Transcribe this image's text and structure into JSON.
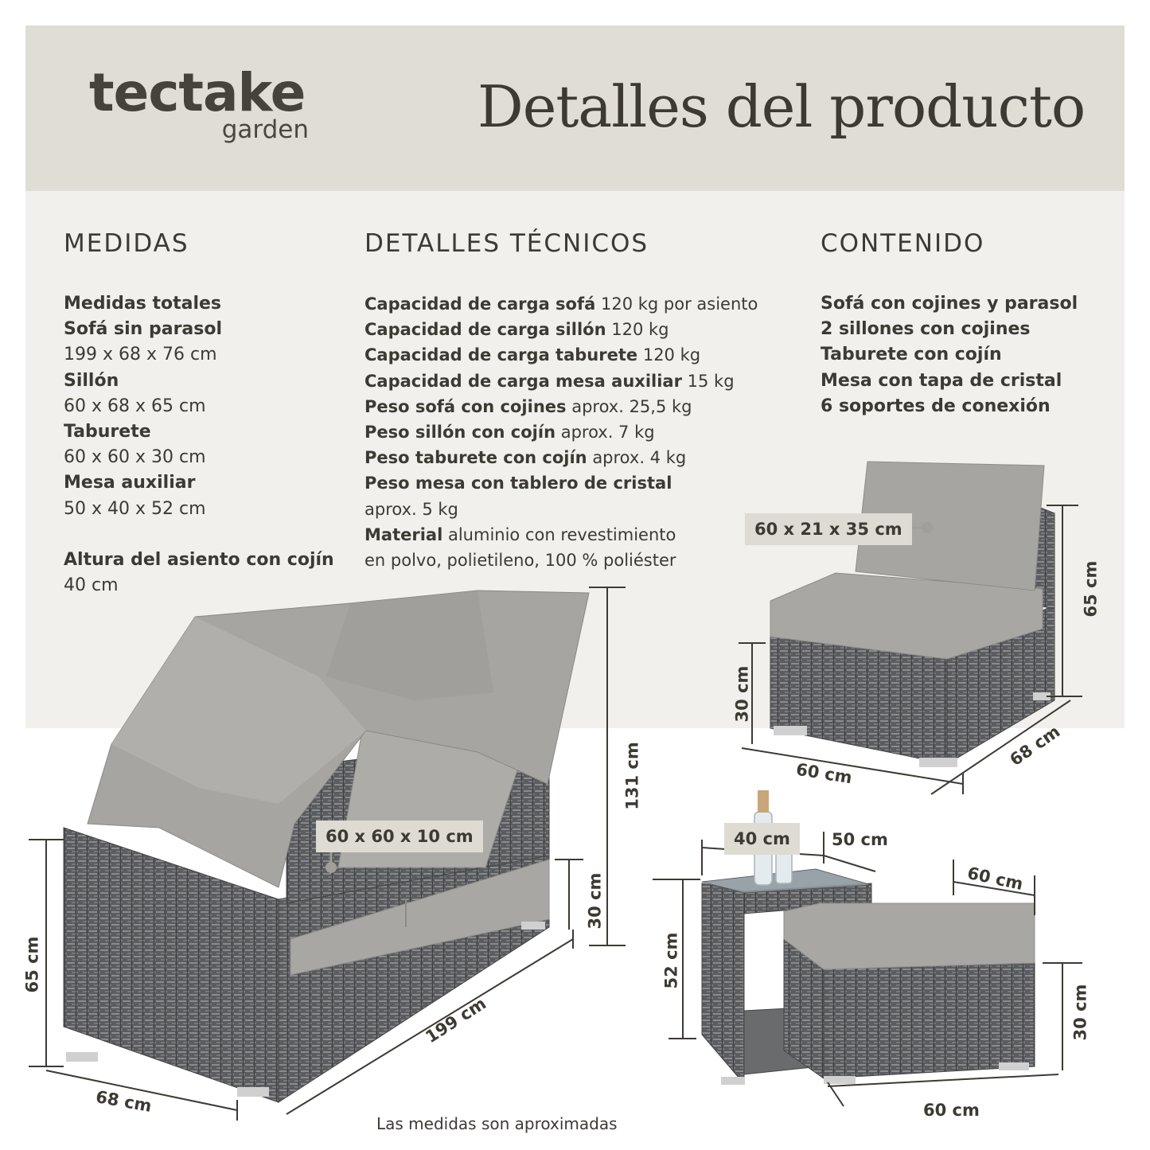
{
  "brand": {
    "name": "tectake",
    "sub": "garden"
  },
  "page_title": "Detalles del producto",
  "medidas": {
    "heading": "MEDIDAS",
    "total_label": "Medidas totales",
    "sofa_label": "Sofá sin parasol",
    "sofa_value": "199 x 68 x 76 cm",
    "sillon_label": "Sillón",
    "sillon_value": "60 x 68 x 65 cm",
    "taburete_label": "Taburete",
    "taburete_value": "60 x 60 x 30 cm",
    "mesa_label": "Mesa auxiliar",
    "mesa_value": "50 x 40 x 52 cm",
    "altura_label": "Altura del asiento con cojín",
    "altura_value": "40 cm"
  },
  "tecnicos": {
    "heading": "DETALLES TÉCNICOS",
    "rows": [
      {
        "label": "Capacidad de carga sofá",
        "value": "120 kg por asiento"
      },
      {
        "label": "Capacidad de carga sillón",
        "value": "120 kg"
      },
      {
        "label": "Capacidad de carga taburete",
        "value": "120 kg"
      },
      {
        "label": "Capacidad de carga mesa auxiliar",
        "value": "15 kg"
      },
      {
        "label": "Peso sofá con cojines",
        "value": "aprox. 25,5 kg"
      },
      {
        "label": "Peso sillón con cojín",
        "value": "aprox. 7 kg"
      },
      {
        "label": "Peso taburete con cojín",
        "value": "aprox. 4 kg"
      },
      {
        "label": "Peso mesa con tablero de cristal",
        "value": ""
      }
    ],
    "mesa_peso_value": "aprox. 5 kg",
    "material_label": "Material",
    "material_value_1": "aluminio con revestimiento",
    "material_value_2": "en polvo, polietileno, 100 % poliéster"
  },
  "contenido": {
    "heading": "CONTENIDO",
    "items": [
      "Sofá con cojines y parasol",
      "2 sillones con cojines",
      "Taburete con cojín",
      "Mesa con tapa de cristal",
      "6 soportes de conexión"
    ]
  },
  "tags": {
    "sillon_cushion": "60 x 21 x 35 cm",
    "sofa_cushion": "60 x 60 x 10 cm",
    "mesa_width": "40 cm"
  },
  "dimensions": {
    "sofa_height_total": "131 cm",
    "sofa_seat": "30 cm",
    "sofa_height": "65 cm",
    "sofa_length": "199 cm",
    "sofa_depth": "68 cm",
    "sillon_height": "65 cm",
    "sillon_seat": "30 cm",
    "sillon_width": "60 cm",
    "sillon_depth": "68 cm",
    "mesa_depth": "50 cm",
    "mesa_height": "52 cm",
    "taburete_depth": "60 cm",
    "taburete_height": "30 cm",
    "taburete_width": "60 cm"
  },
  "footnote": "Las medidas son aproximadas",
  "colors": {
    "header_bg": "#e0ddd5",
    "content_bg": "#f1f0ec",
    "text": "#3d3a33",
    "wicker": "#5d5e60",
    "cushion": "#a9a7a4"
  }
}
